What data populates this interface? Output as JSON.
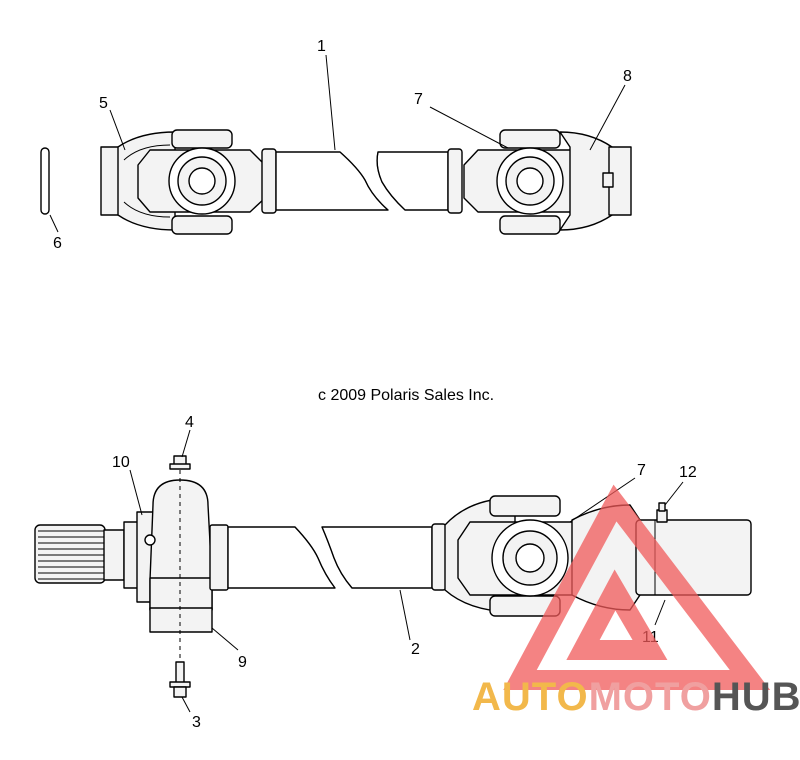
{
  "copyright": "c 2009 Polaris Sales Inc.",
  "callouts": {
    "c1": "1",
    "c2": "2",
    "c3": "3",
    "c4": "4",
    "c5": "5",
    "c6": "6",
    "c7_top": "7",
    "c7_bottom": "7",
    "c8": "8",
    "c9": "9",
    "c10": "10",
    "c11": "11",
    "c12": "12"
  },
  "watermark": {
    "part1": "AUTO",
    "part2": "MOTO",
    "part3": "HUB",
    "color1": "#f2b84b",
    "color2": "#f0a0a0",
    "color3": "#555555",
    "triangle_color": "#f05a5a"
  }
}
